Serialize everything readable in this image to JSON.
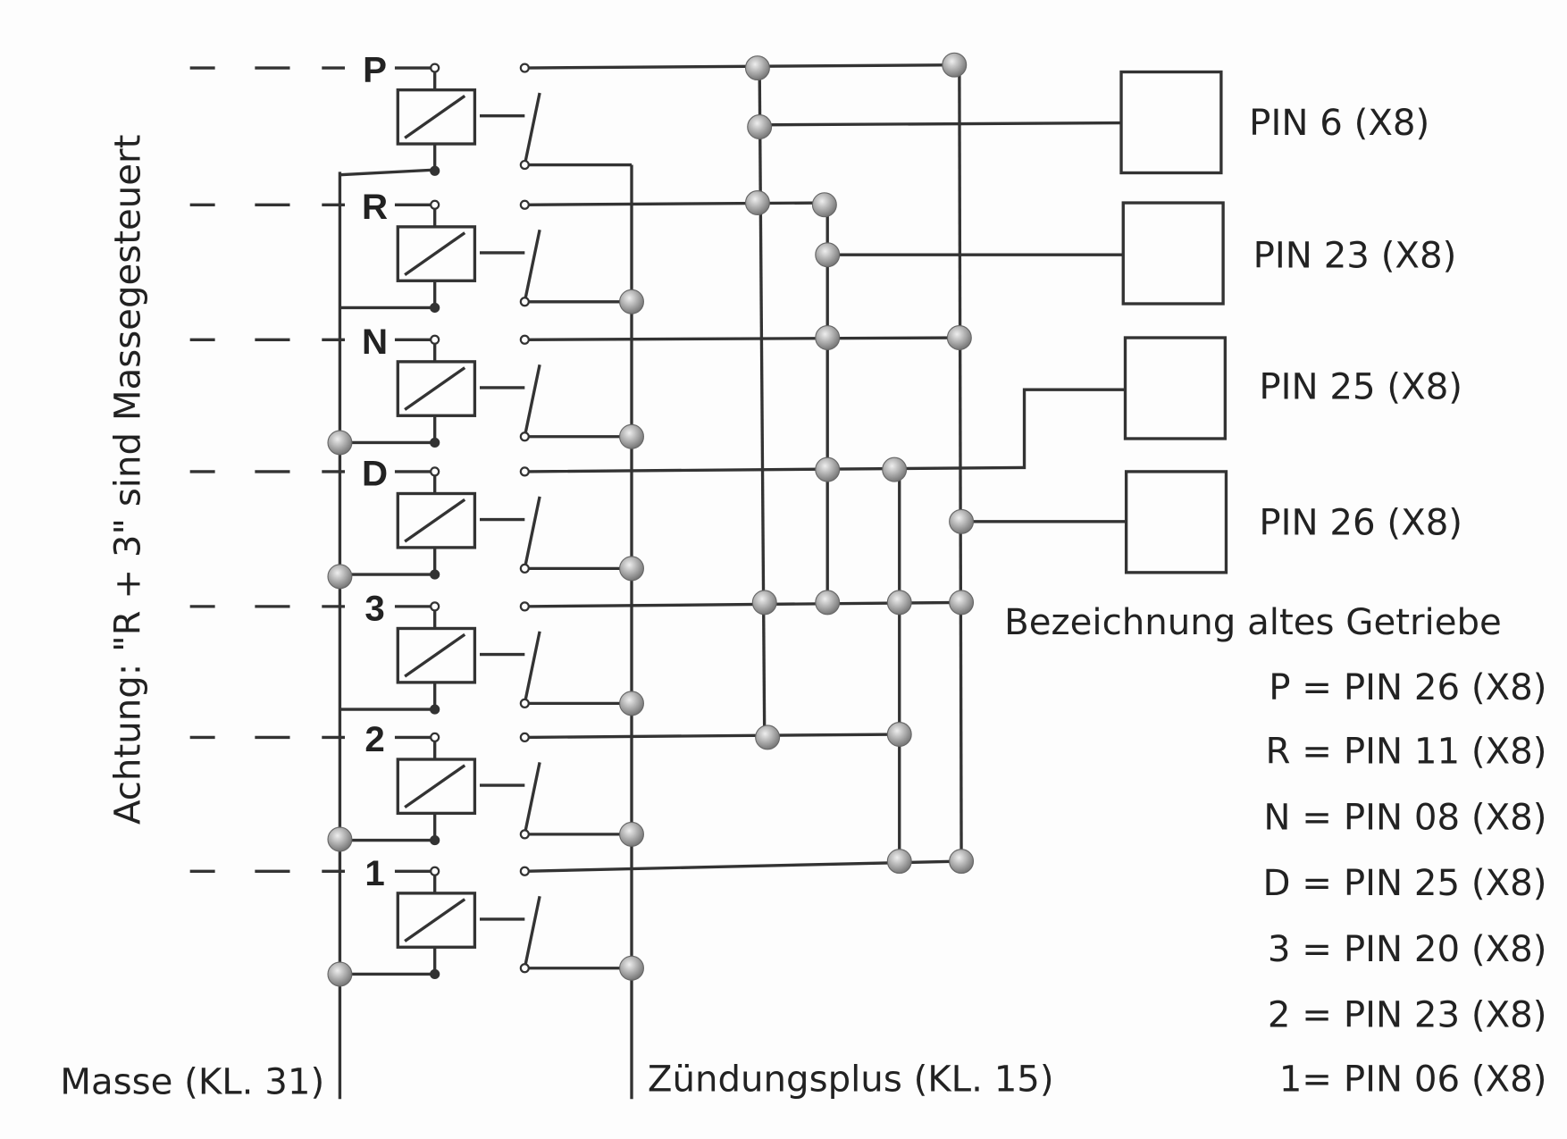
{
  "warning": "Achtung: \"R + 3\" sind Massegesteuert",
  "relays": [
    "P",
    "R",
    "N",
    "D",
    "3",
    "2",
    "1"
  ],
  "outputs": [
    "PIN 6 (X8)",
    "PIN 23 (X8)",
    "PIN 25 (X8)",
    "PIN 26 (X8)"
  ],
  "legend": {
    "title": "Bezeichnung altes Getriebe",
    "items": [
      "P = PIN 26 (X8)",
      "R = PIN 11 (X8)",
      "N = PIN 08 (X8)",
      "D = PIN 25 (X8)",
      "3 = PIN 20 (X8)",
      "2 = PIN 23 (X8)",
      "1= PIN 06 (X8)"
    ]
  },
  "ground_label": "Masse (KL. 31)",
  "ignition_label": "Zündungsplus (KL. 15)"
}
